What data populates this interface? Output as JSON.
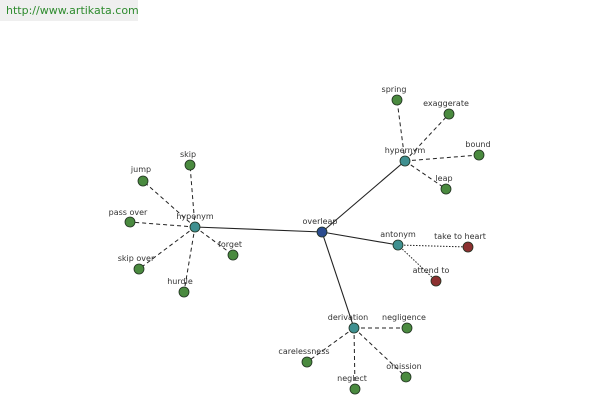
{
  "site_url": "http://www.artikata.com",
  "colors": {
    "leaf": "#4a8a3f",
    "relation": "#3f9090",
    "center": "#2b4c8f",
    "antonym_target": "#8c3030",
    "edge": "#222222"
  },
  "graph": {
    "center": {
      "label": "overleap"
    },
    "relations": [
      {
        "id": "hypernym",
        "label": "hypernym",
        "targets": [
          "spring",
          "exaggerate",
          "bound",
          "leap"
        ]
      },
      {
        "id": "hyponym",
        "label": "hyponym",
        "targets": [
          "jump",
          "skip",
          "pass over",
          "skip over",
          "hurdle",
          "forget"
        ]
      },
      {
        "id": "antonym",
        "label": "antonym",
        "targets": [
          "take to heart",
          "attend to"
        ]
      },
      {
        "id": "derivation",
        "label": "derivation",
        "targets": [
          "negligence",
          "carelessness",
          "neglect",
          "omission"
        ]
      }
    ]
  }
}
